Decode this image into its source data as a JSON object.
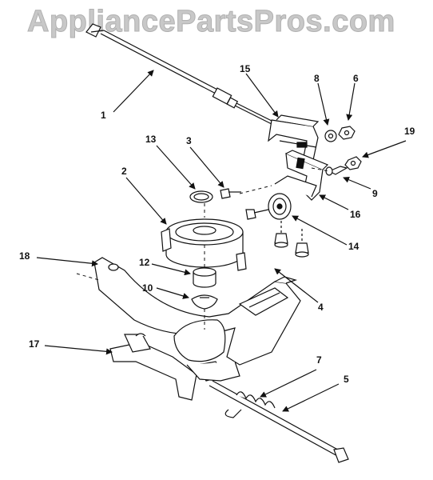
{
  "watermark": "AppliancePartsPros.com",
  "colors": {
    "line": "#111111",
    "watermark": "#c8c8c8",
    "background": "#ffffff"
  },
  "callouts": [
    {
      "id": "1",
      "label": "1"
    },
    {
      "id": "2",
      "label": "2"
    },
    {
      "id": "3",
      "label": "3"
    },
    {
      "id": "4",
      "label": "4"
    },
    {
      "id": "5",
      "label": "5"
    },
    {
      "id": "6",
      "label": "6"
    },
    {
      "id": "7",
      "label": "7"
    },
    {
      "id": "8",
      "label": "8"
    },
    {
      "id": "9",
      "label": "9"
    },
    {
      "id": "10",
      "label": "10"
    },
    {
      "id": "12",
      "label": "12"
    },
    {
      "id": "13",
      "label": "13"
    },
    {
      "id": "14",
      "label": "14"
    },
    {
      "id": "15",
      "label": "15"
    },
    {
      "id": "16",
      "label": "16"
    },
    {
      "id": "17",
      "label": "17"
    },
    {
      "id": "18",
      "label": "18"
    },
    {
      "id": "19",
      "label": "19"
    }
  ]
}
